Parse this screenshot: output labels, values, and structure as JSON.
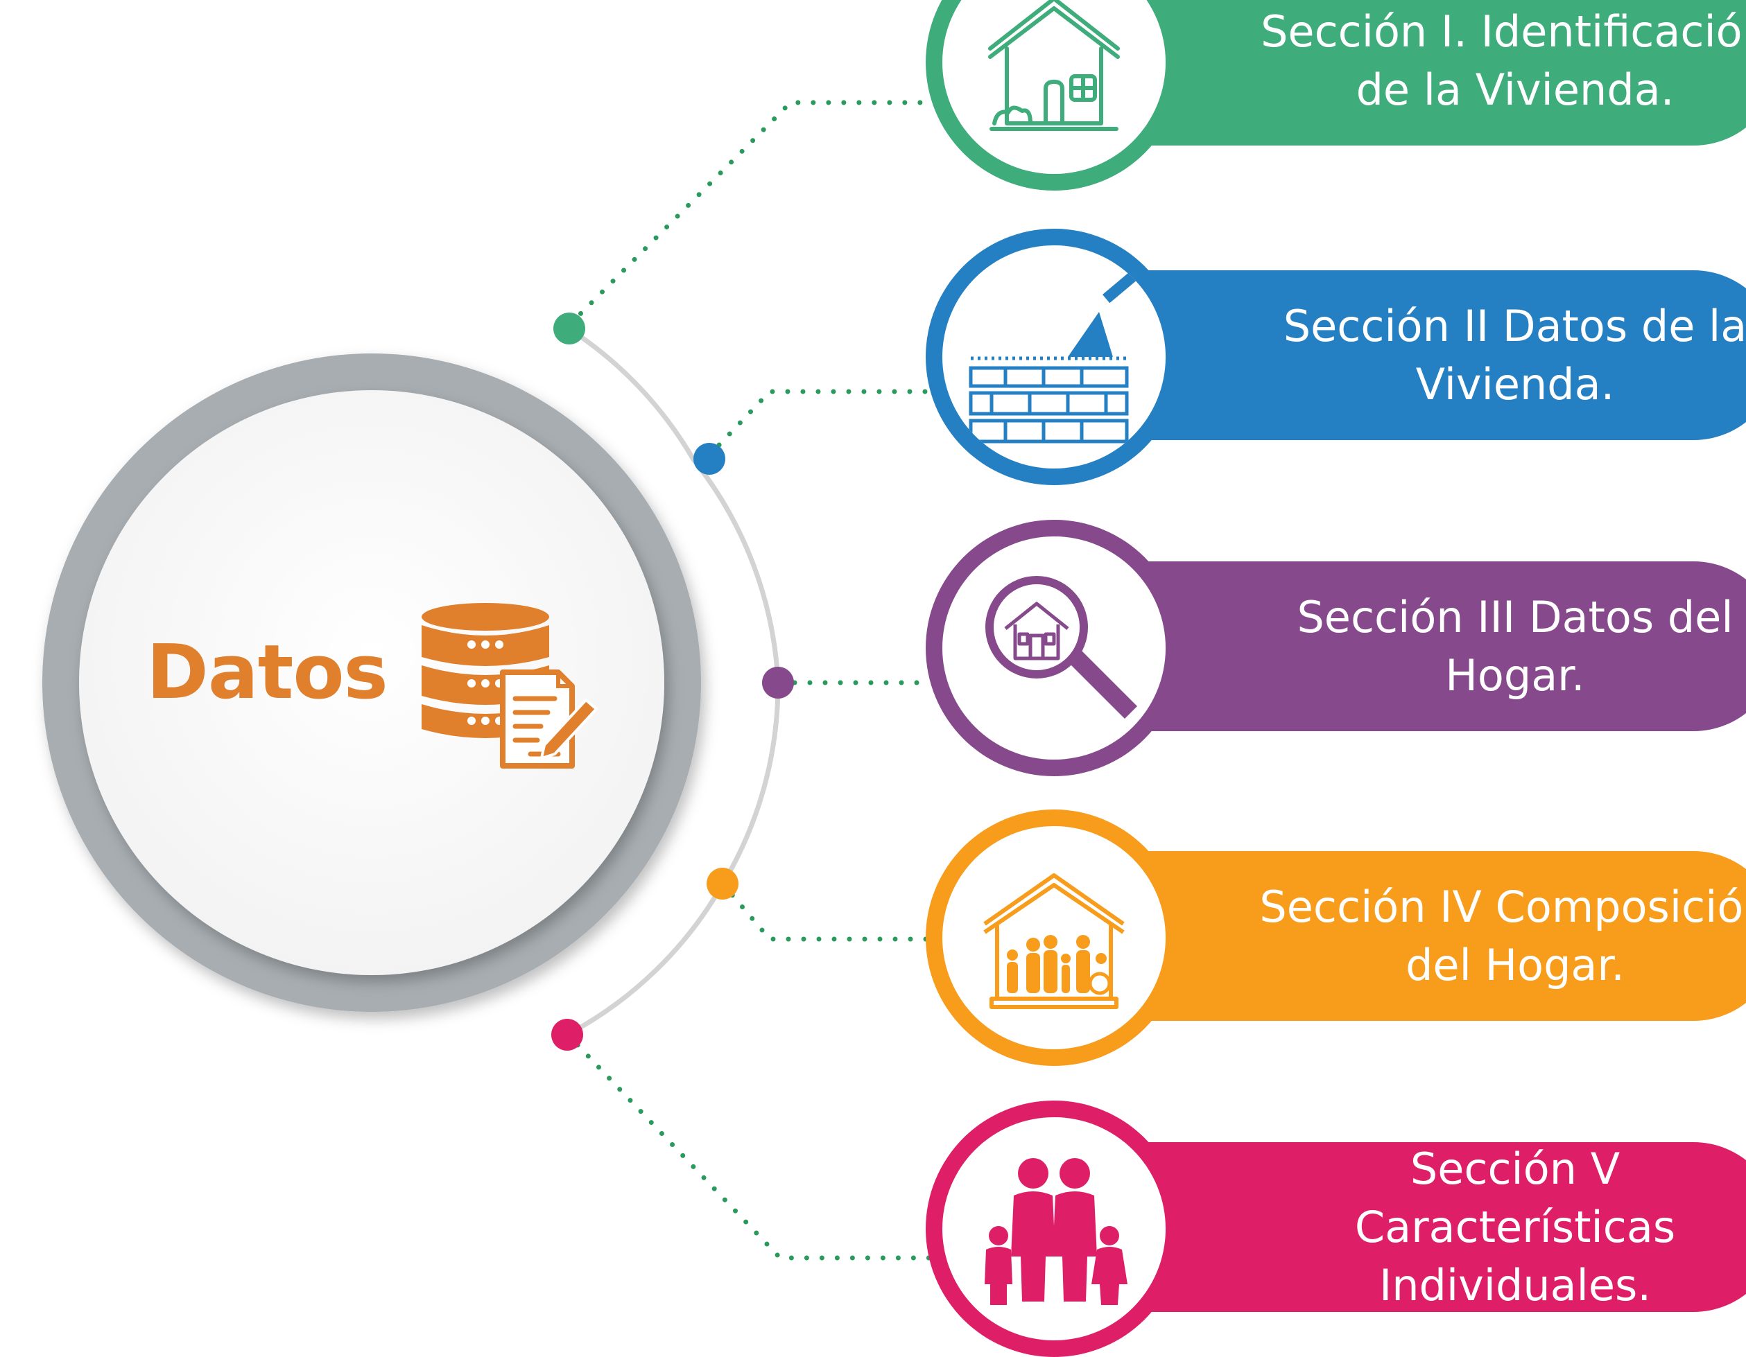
{
  "hub": {
    "label": "Datos",
    "icon": "database-document-icon",
    "color": "#e07f2c"
  },
  "sections": [
    {
      "id": "1",
      "label": "Sección I. Identificación\nde la Vivienda.",
      "color": "#3fac7c",
      "icon": "house-icon"
    },
    {
      "id": "2",
      "label": "Sección II Datos de la\nVivienda.",
      "color": "#2580c3",
      "icon": "brick-wall-trowel-icon"
    },
    {
      "id": "3",
      "label": "Sección III Datos del\nHogar.",
      "color": "#86498c",
      "icon": "magnifier-house-icon"
    },
    {
      "id": "4",
      "label": "Sección IV Composición\ndel Hogar.",
      "color": "#f89c1c",
      "icon": "family-house-icon"
    },
    {
      "id": "5",
      "label": "Sección V Características\nIndividuales.",
      "color": "#de1f67",
      "icon": "family-icon"
    }
  ],
  "connector_color": "#2a9a5c"
}
